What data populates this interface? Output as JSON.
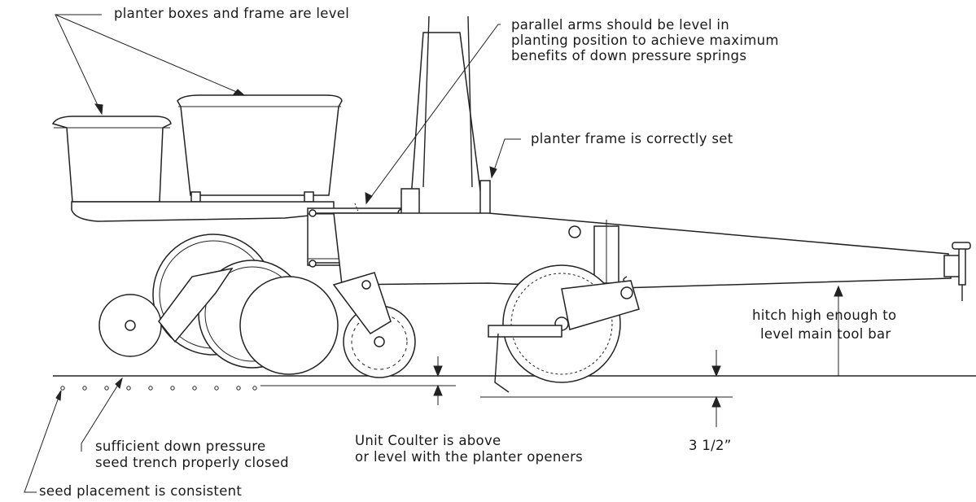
{
  "labels": {
    "planter_boxes": "planter boxes and frame are level",
    "parallel_arms_1": "parallel arms should be level in",
    "parallel_arms_2": "planting position to achieve maximum",
    "parallel_arms_3": "benefits of down pressure springs",
    "planter_frame": "planter frame is correctly set",
    "hitch_1": "hitch high enough to",
    "hitch_2": "level main tool bar",
    "down_pressure_1": "sufficient down pressure",
    "down_pressure_2": "seed trench properly closed",
    "coulter_1": "Unit Coulter is above",
    "coulter_2": "or level with the planter openers",
    "depth": "3 1/2”",
    "seed_placement": "seed placement is consistent"
  },
  "colors": {
    "line": "#222222",
    "background": "#ffffff"
  }
}
